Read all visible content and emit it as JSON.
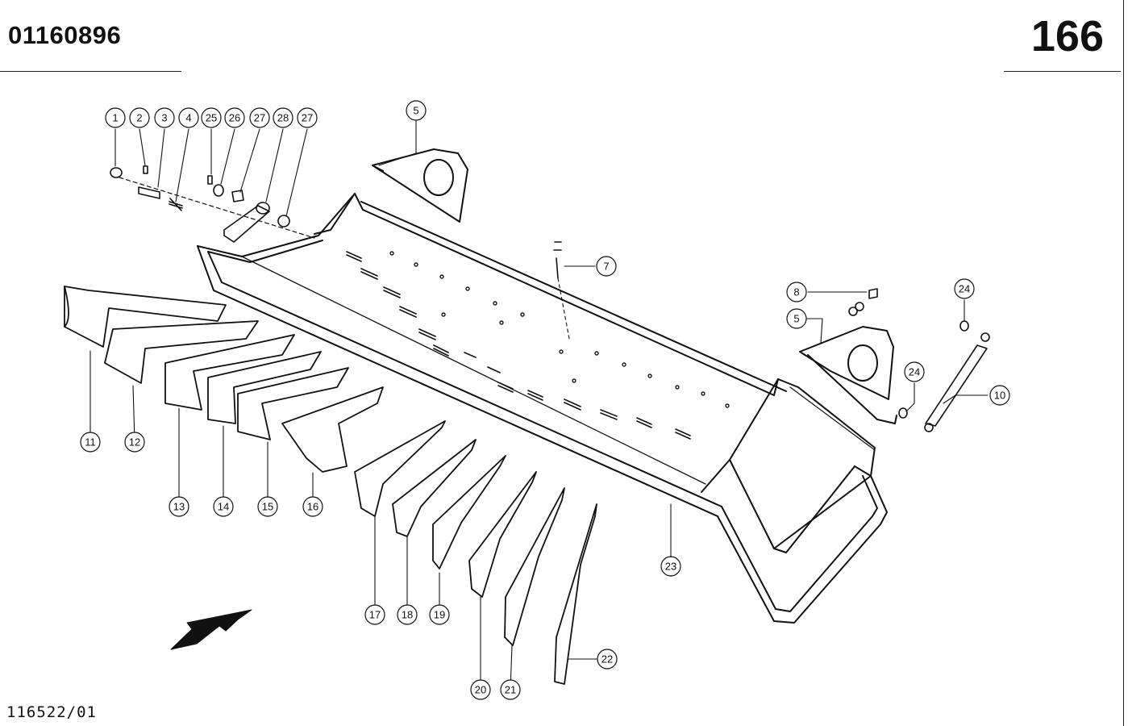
{
  "header": {
    "document_number": "01160896",
    "page_number": "166"
  },
  "footer": {
    "drawing_reference": "116522/01"
  },
  "callouts": [
    {
      "id": "c1",
      "label": "1"
    },
    {
      "id": "c2",
      "label": "2"
    },
    {
      "id": "c3",
      "label": "3"
    },
    {
      "id": "c4",
      "label": "4"
    },
    {
      "id": "c25",
      "label": "25"
    },
    {
      "id": "c26",
      "label": "26"
    },
    {
      "id": "c27a",
      "label": "27"
    },
    {
      "id": "c28",
      "label": "28"
    },
    {
      "id": "c27b",
      "label": "27"
    },
    {
      "id": "c5a",
      "label": "5"
    },
    {
      "id": "c7",
      "label": "7"
    },
    {
      "id": "c8",
      "label": "8"
    },
    {
      "id": "c5b",
      "label": "5"
    },
    {
      "id": "c24a",
      "label": "24"
    },
    {
      "id": "c24b",
      "label": "24"
    },
    {
      "id": "c10",
      "label": "10"
    },
    {
      "id": "c11",
      "label": "11"
    },
    {
      "id": "c12",
      "label": "12"
    },
    {
      "id": "c13",
      "label": "13"
    },
    {
      "id": "c14",
      "label": "14"
    },
    {
      "id": "c15",
      "label": "15"
    },
    {
      "id": "c16",
      "label": "16"
    },
    {
      "id": "c17",
      "label": "17"
    },
    {
      "id": "c18",
      "label": "18"
    },
    {
      "id": "c19",
      "label": "19"
    },
    {
      "id": "c20",
      "label": "20"
    },
    {
      "id": "c21",
      "label": "21"
    },
    {
      "id": "c22",
      "label": "22"
    },
    {
      "id": "c23",
      "label": "23"
    }
  ]
}
